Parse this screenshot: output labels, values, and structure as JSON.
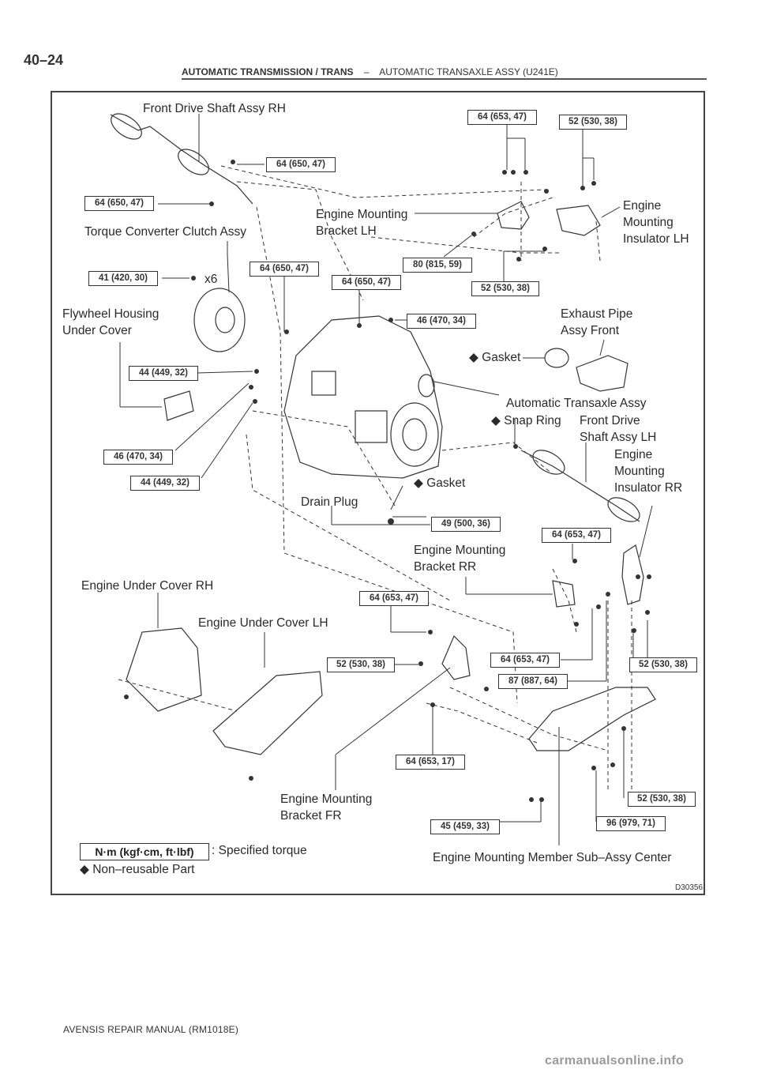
{
  "header": {
    "page_number": "40–24",
    "section": "AUTOMATIC TRANSMISSION / TRANS",
    "separator": "–",
    "subsection": "AUTOMATIC TRANSAXLE ASSY (U241E)"
  },
  "figure_id": "D30356",
  "footer": "AVENSIS REPAIR MANUAL   (RM1018E)",
  "watermark": "carmanualsonline.info",
  "labels": {
    "front_drive_shaft_rh": "Front Drive Shaft Assy RH",
    "torque_converter": "Torque Converter Clutch Assy",
    "x6": "x6",
    "flywheel_housing": "Flywheel Housing\nUnder Cover",
    "engine_mounting_bracket_lh": "Engine Mounting\nBracket LH",
    "engine_mounting_insulator_lh": "Engine\nMounting\nInsulator LH",
    "exhaust_pipe": "Exhaust Pipe\nAssy Front",
    "gasket_exhaust": "Gasket",
    "automatic_transaxle": "Automatic Transaxle Assy",
    "snap_ring": "Snap Ring",
    "front_drive_shaft_lh": "Front Drive\nShaft Assy LH",
    "engine_mounting_insulator_rr": "Engine\nMounting\nInsulator RR",
    "gasket_drain": "Gasket",
    "drain_plug": "Drain Plug",
    "engine_mounting_bracket_rr": "Engine Mounting\nBracket RR",
    "engine_under_cover_rh": "Engine Under Cover RH",
    "engine_under_cover_lh": "Engine Under Cover LH",
    "engine_mounting_bracket_fr": "Engine Mounting\nBracket FR",
    "engine_mounting_member": "Engine Mounting Member Sub–Assy Center"
  },
  "torques": {
    "t1": "64 (653, 47)",
    "t2": "52 (530, 38)",
    "t3": "64 (650, 47)",
    "t4": "64 (650, 47)",
    "t5": "80 (815, 59)",
    "t6": "41 (420, 30)",
    "t7": "64 (650, 47)",
    "t8": "64 (650, 47)",
    "t9": "52 (530, 38)",
    "t10": "46 (470, 34)",
    "t11": "44 (449, 32)",
    "t12": "46 (470, 34)",
    "t13": "44 (449, 32)",
    "t14": "49 (500, 36)",
    "t15": "64 (653, 47)",
    "t16": "64 (653, 47)",
    "t17": "52 (530, 38)",
    "t18": "64 (653, 47)",
    "t19": "87 (887, 64)",
    "t20": "52 (530, 38)",
    "t21": "64 (653, 17)",
    "t22": "52 (530, 38)",
    "t23": "45 (459, 33)",
    "t24": "96 (979, 71)"
  },
  "legend": {
    "unit": "N·m (kgf·cm, ft·lbf)",
    "unit_desc": ": Specified torque",
    "non_reusable": "Non–reusable Part",
    "non_reusable_symbol": "◆"
  }
}
